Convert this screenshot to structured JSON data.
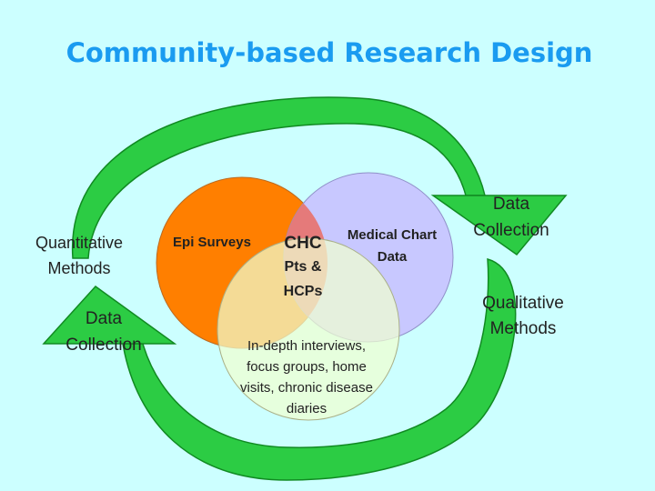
{
  "title": "Community-based Research Design",
  "labels": {
    "quantitative_line1": "Quantitative",
    "quantitative_line2": "Methods",
    "data_collection_left_line1": "Data",
    "data_collection_left_line2": "Collection",
    "data_collection_right_line1": "Data",
    "data_collection_right_line2": "Collection",
    "qualitative_line1": "Qualitative",
    "qualitative_line2": "Methods"
  },
  "circles": {
    "epi": "Epi  Surveys",
    "medical_line1": "Medical Chart",
    "medical_line2": "Data",
    "center_line1": "CHC",
    "center_line2": "Pts &",
    "center_line3": "HCPs",
    "indepth_line1": "In-depth interviews,",
    "indepth_line2": "focus groups, home",
    "indepth_line3": "visits, chronic disease",
    "indepth_line4": "diaries"
  },
  "colors": {
    "background": "#ccffff",
    "title": "#1a9bf0",
    "arrow_fill": "#2ccc44",
    "arrow_stroke": "#118a22",
    "circle_orange": "#ff7f00",
    "circle_lavender": "#c8c8ff",
    "circle_pale": "#f0ffd0",
    "overlap_red": "#e57a7a"
  }
}
